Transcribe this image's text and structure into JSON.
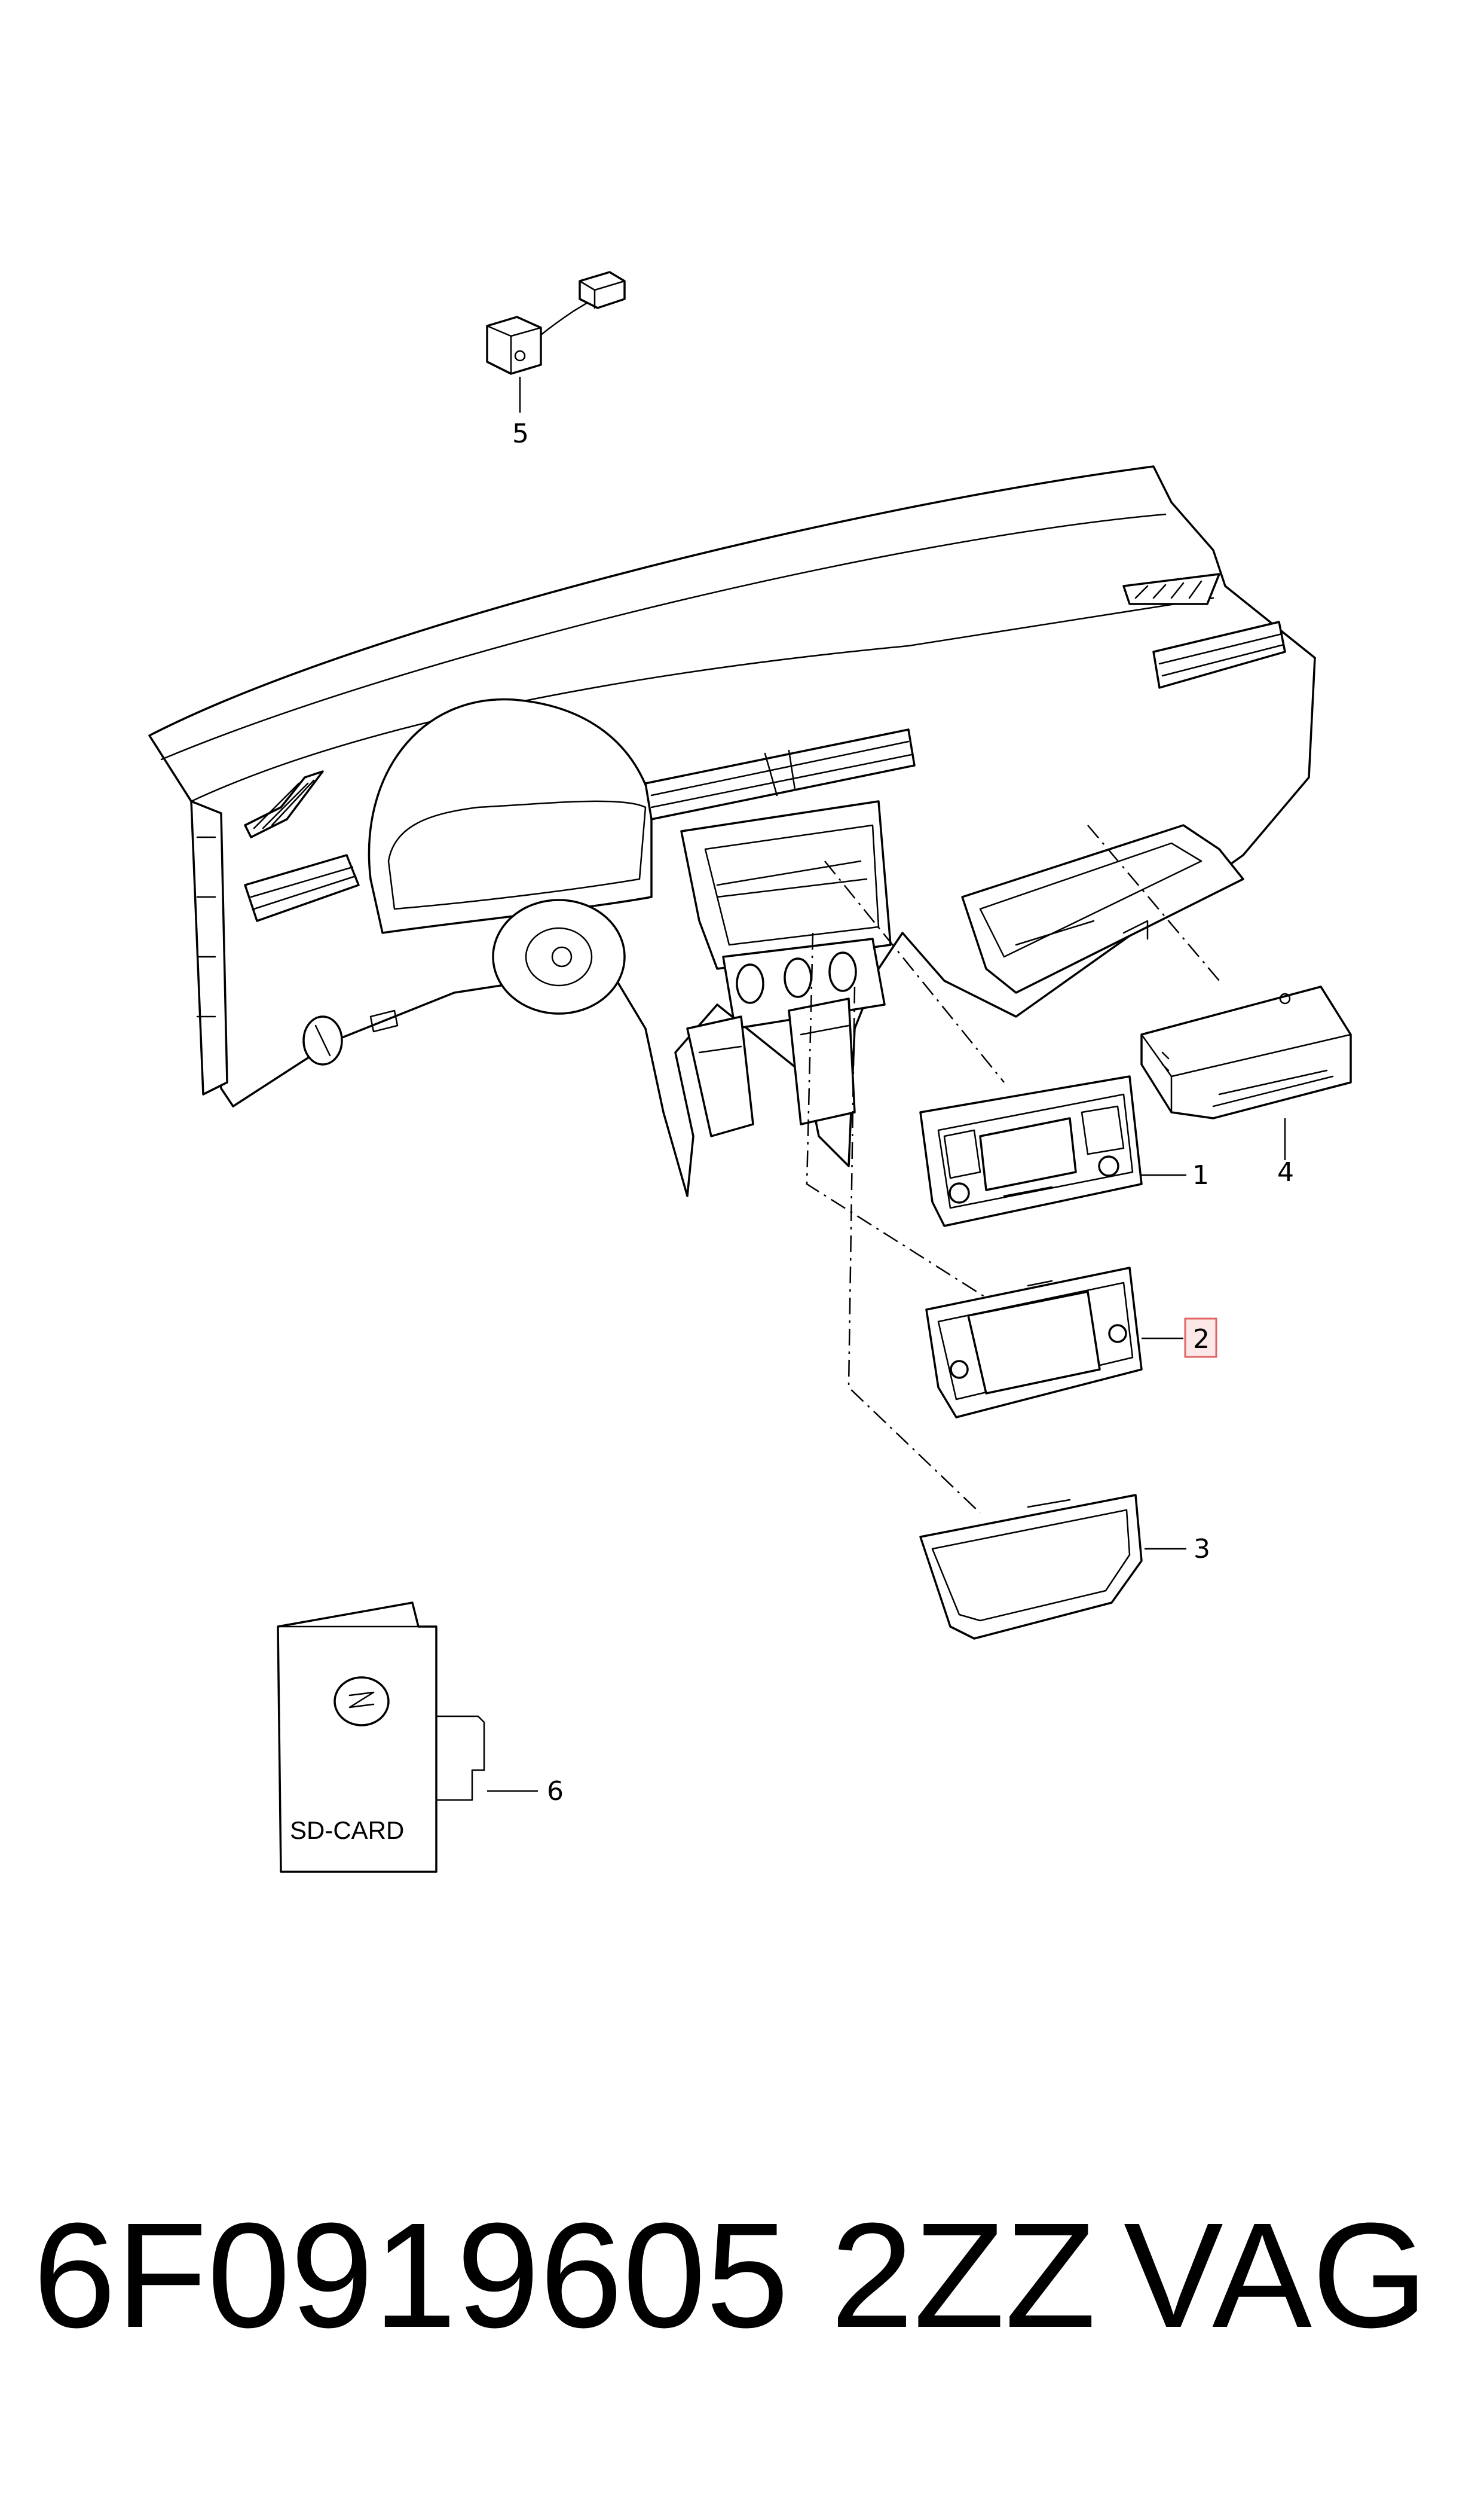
{
  "diagram": {
    "callouts": [
      {
        "id": "1",
        "label": "1"
      },
      {
        "id": "2",
        "label": "2",
        "highlighted": true
      },
      {
        "id": "3",
        "label": "3"
      },
      {
        "id": "4",
        "label": "4"
      },
      {
        "id": "5",
        "label": "5"
      },
      {
        "id": "6",
        "label": "6"
      }
    ],
    "sd_card_label": "SD-CARD",
    "highlight_color": "#e06666"
  },
  "footer": {
    "part_number": "6F0919605 2ZZ",
    "brand": "VAG"
  }
}
